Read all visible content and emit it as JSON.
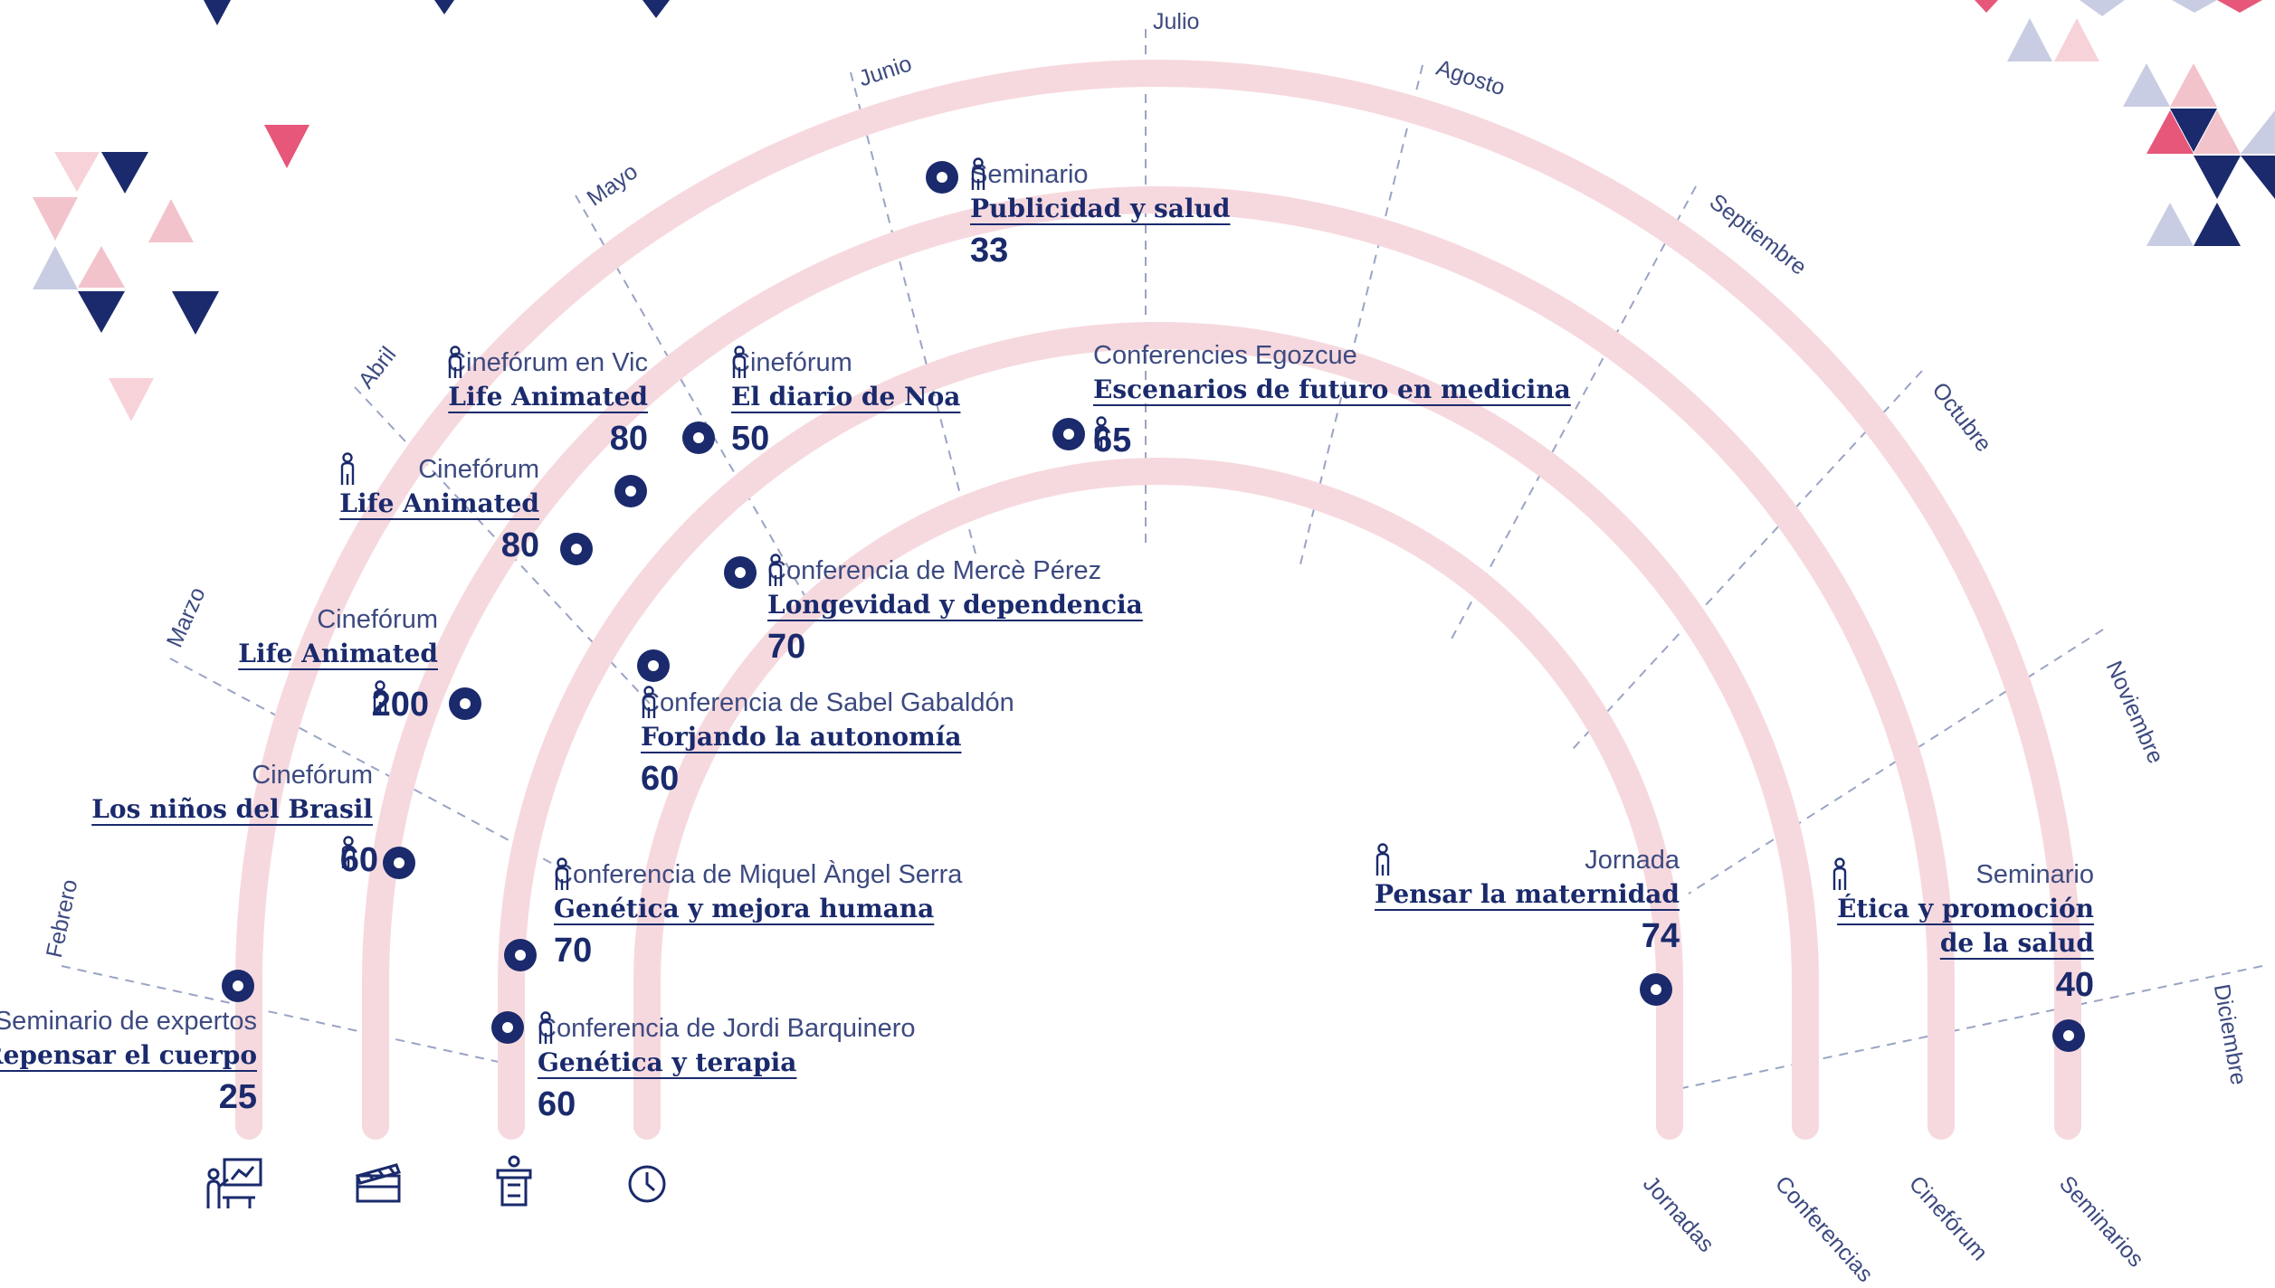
{
  "colors": {
    "navy": "#1a2a6c",
    "arc": "#f6d9de",
    "month_line": "#9aa3c4",
    "pink": "#e6577a",
    "light_pink": "#f3c3cc",
    "lavender": "#c9cde3"
  },
  "months": [
    "Febrero",
    "Marzo",
    "Abril",
    "Mayo",
    "Junio",
    "Julio",
    "Agosto",
    "Septiembre",
    "Octubre",
    "Noviembre",
    "Diciembre"
  ],
  "categories": [
    "Jornadas",
    "Conferencias",
    "Cinefórum",
    "Seminarios"
  ],
  "category_icons": [
    "seminar-icon",
    "clapperboard-icon",
    "podium-icon",
    "clock-icon"
  ],
  "events": [
    {
      "type": "Seminario",
      "title": "Publicidad y salud",
      "count": "33"
    },
    {
      "type": "Cinefórum en Vic",
      "title": "Life Animated",
      "count": "80"
    },
    {
      "type": "Cinefórum",
      "title": "El diario de Noa",
      "count": "50"
    },
    {
      "type": "Conferencies Egozcue",
      "title": "Escenarios de futuro en medicina",
      "count": "65"
    },
    {
      "type": "Cinefórum",
      "title": "Life Animated",
      "count": "80"
    },
    {
      "type": "Conferencia de Mercè Pérez",
      "title": "Longevidad y dependencia",
      "count": "70"
    },
    {
      "type": "Cinefórum",
      "title": "Life Animated",
      "count": "200"
    },
    {
      "type": "Conferencia de Sabel Gabaldón",
      "title": "Forjando la autonomía",
      "count": "60"
    },
    {
      "type": "Cinefórum",
      "title": "Los niños del Brasil",
      "count": "60"
    },
    {
      "type": "Conferencia de Miquel Àngel Serra",
      "title": "Genética y mejora humana",
      "count": "70"
    },
    {
      "type": "Seminario de expertos",
      "title": "Repensar el cuerpo",
      "count": "25"
    },
    {
      "type": "Conferencia de Jordi Barquinero",
      "title": "Genética y terapia",
      "count": "60"
    },
    {
      "type": "Jornada",
      "title": "Pensar la maternidad",
      "count": "74"
    },
    {
      "type": "Seminario",
      "title": "Ética y promoción de la salud",
      "count": "40"
    }
  ]
}
